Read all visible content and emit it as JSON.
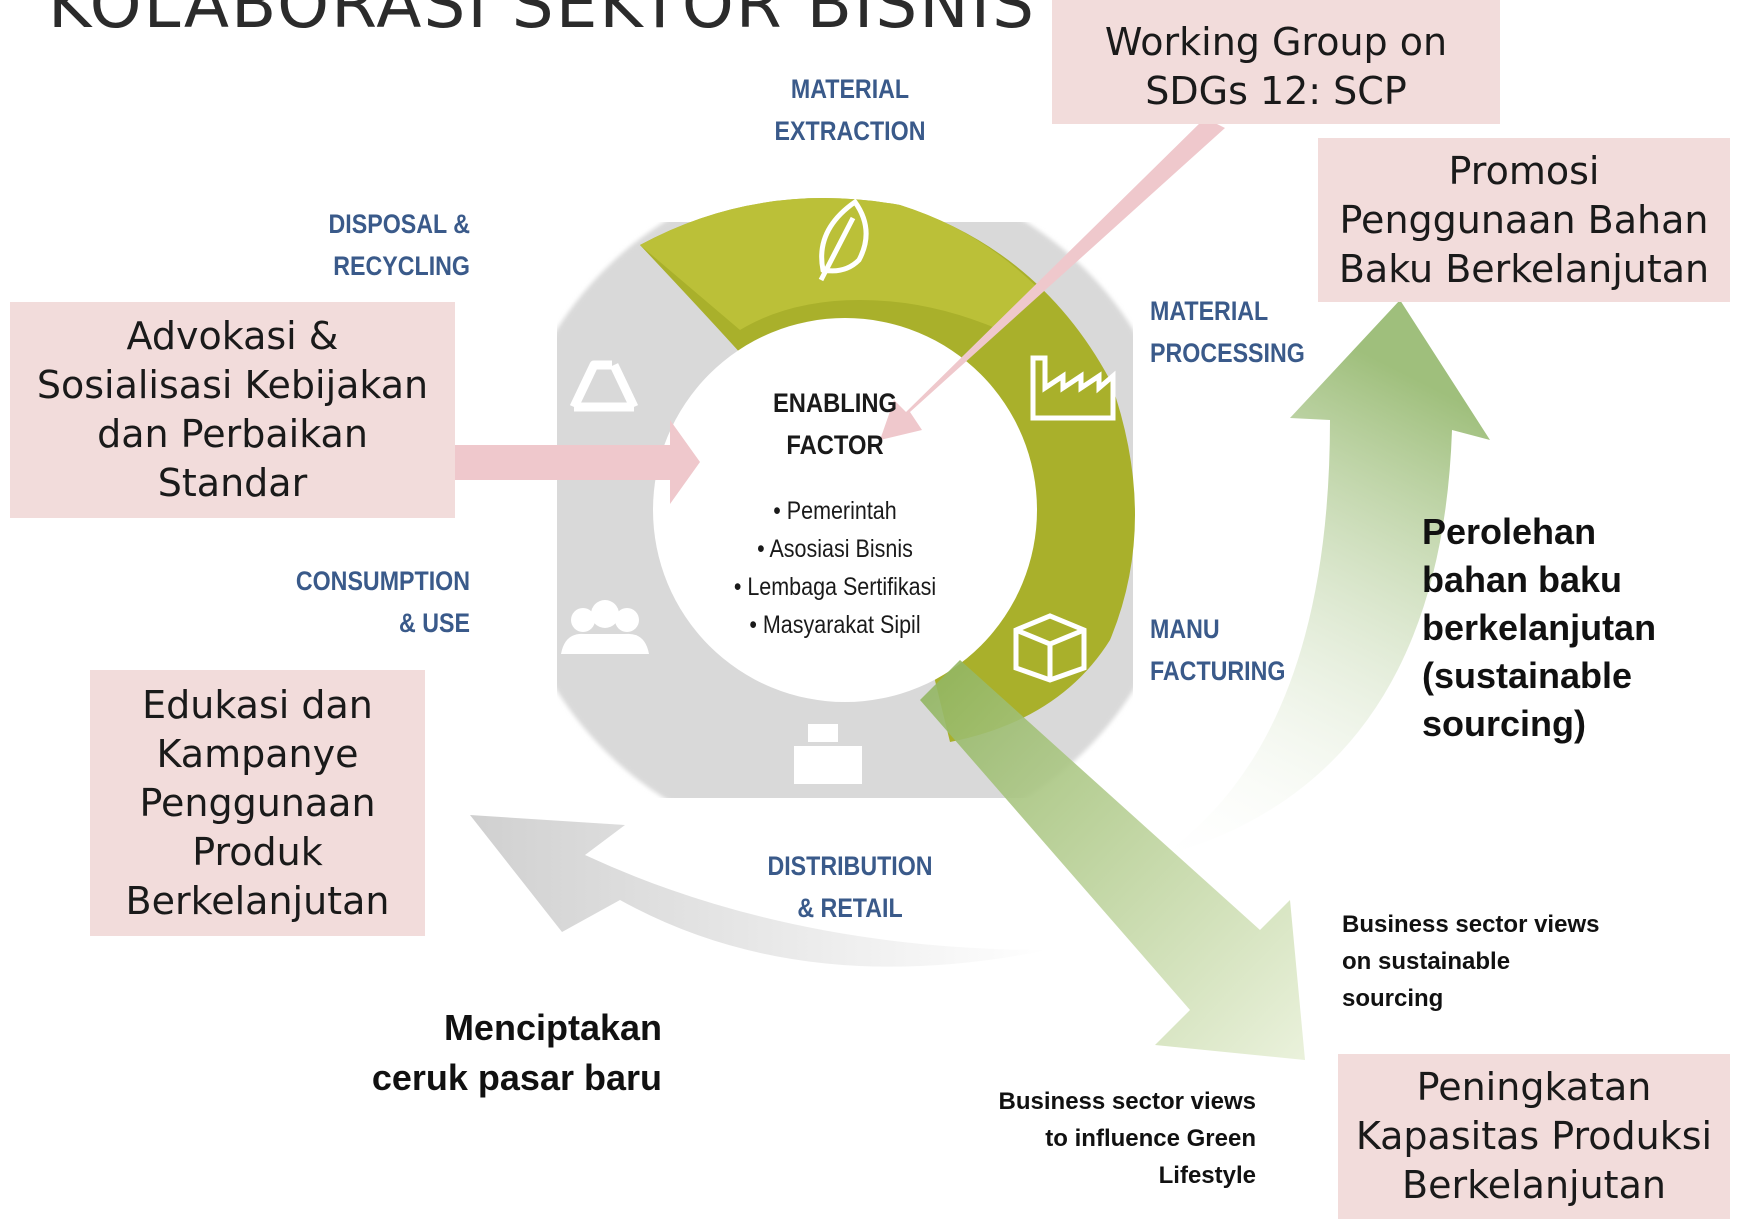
{
  "title": "KOLABORASI SEKTOR BISNIS",
  "stages": {
    "material_extraction": "MATERIAL\nEXTRACTION",
    "material_processing": "MATERIAL\nPROCESSING",
    "manufacturing": "MANU\nFACTURING",
    "distribution": "DISTRIBUTION\n& RETAIL",
    "consumption": "CONSUMPTION\n& USE",
    "disposal": "DISPOSAL &\nRECYCLING"
  },
  "center": {
    "title": "ENABLING\nFACTOR",
    "items": [
      "Pemerintah",
      "Asosiasi Bisnis",
      "Lembaga Sertifikasi",
      "Masyarakat Sipil"
    ]
  },
  "boxes": {
    "working_group": "Working Group on\nSDGs 12: SCP",
    "promosi": "Promosi\nPenggunaan Bahan\nBaku Berkelanjutan",
    "advokasi": "Advokasi &\nSosialisasi Kebijakan\ndan Perbaikan\nStandar",
    "edukasi": "Edukasi dan\nKampanye\nPenggunaan\nProduk\nBerkelanjutan",
    "peningkatan": "Peningkatan\nKapasitas Produksi\nBerkelanjutan"
  },
  "notes": {
    "perolehan": "Perolehan\nbahan baku\nberkelanjutan\n(sustainable\nsourcing)",
    "menciptakan": "Menciptakan\nceruk pasar baru",
    "business_sourcing": "Business sector views\non sustainable\nsourcing",
    "business_green": "Business sector views\nto influence Green\nLifestyle"
  },
  "icons": [
    "leaf-icon",
    "factory-icon",
    "box-icon",
    "cash-register-icon",
    "people-icon",
    "recycle-icon"
  ],
  "colors": {
    "green_dark": "#a6b02c",
    "green_light": "#bcc23a",
    "grey_ring": "#dcdcdc",
    "pink_box": "#f2dcdb",
    "pink_arrow": "#efc8cc",
    "arrow_green": "#a9c78a",
    "stage_text": "#3a5a8a"
  }
}
